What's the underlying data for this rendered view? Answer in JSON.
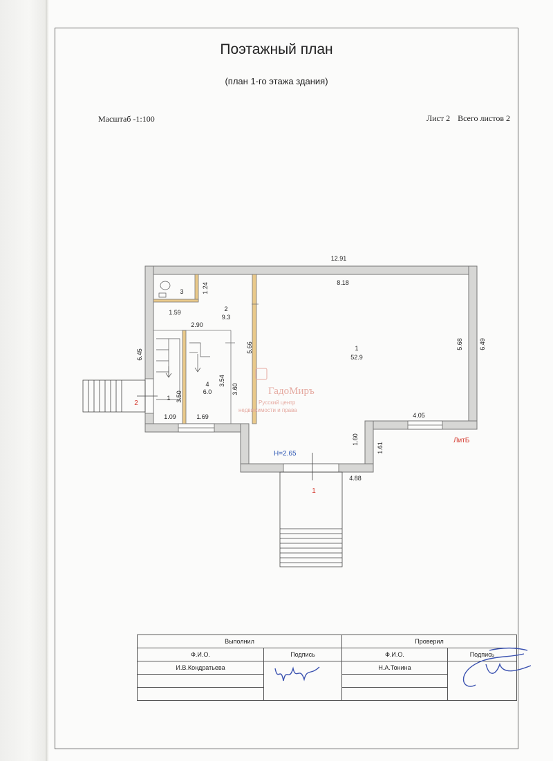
{
  "header": {
    "title": "Поэтажный план",
    "subtitle": "(план 1-го этажа здания)",
    "scale": "Масштаб -1:100",
    "sheet": "Лист 2",
    "sheets_total": "Всего листов 2"
  },
  "plan": {
    "dims": {
      "top_total": "12.91",
      "room1_top": "8.18",
      "right_outer": "6.49",
      "right_inner": "5.68",
      "left_outer": "6.45",
      "room3_right": "1.24",
      "room3_bottom": "1.59",
      "room2_bottom": "2.90",
      "partition_2_1": "5.66",
      "room4_right": "3.54",
      "room4_inner": "3.60",
      "room1s_height": "3.50",
      "room1s_bottom": "1.09",
      "room4_bottom": "1.69",
      "right_bottom": "4.05",
      "bay_left": "1.60",
      "bay_right": "1.61",
      "bay_bottom": "4.88"
    },
    "rooms": [
      {
        "num": "1",
        "area": "52.9"
      },
      {
        "num": "2",
        "area": "9.3"
      },
      {
        "num": "3"
      },
      {
        "num": "4",
        "area": "6.0"
      },
      {
        "num": "1"
      }
    ],
    "height": "H=2.65",
    "entrance_left": "2",
    "entrance_bottom": "1",
    "lit": "ЛитБ"
  },
  "watermark": {
    "logo_text": "ГадоМиръ",
    "line1": "Русский центр",
    "line2": "недвижимости и права"
  },
  "signatures": {
    "done_label": "Выполнил",
    "checked_label": "Проверил",
    "fio_label": "Ф.И.О.",
    "sign_label": "Подпись",
    "performer": "И.В.Кондратьева",
    "checker": "Н.А.Тонина"
  },
  "colors": {
    "wall": "#d7d7d5",
    "partition": "#e9c98a",
    "red": "#d43a2f",
    "blue": "#2f59b5",
    "signature": "#3b52b0",
    "watermark": "#e5a9a0"
  }
}
